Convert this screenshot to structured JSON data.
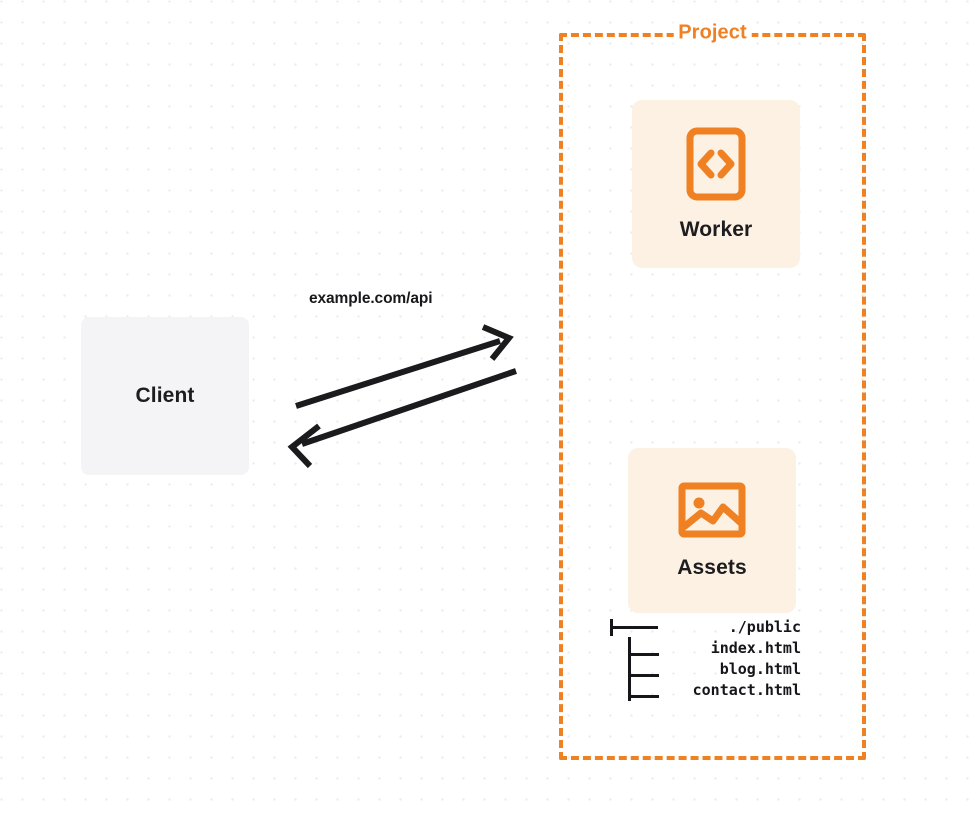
{
  "diagram": {
    "title": "Project",
    "client": {
      "label": "Client",
      "icon": "client-box-icon"
    },
    "edge": {
      "label": "example.com/api",
      "request_arrow": "arrow-right-icon",
      "response_arrow": "arrow-left-icon"
    },
    "cards": [
      {
        "label": "Worker",
        "icon": "code-brackets-icon"
      },
      {
        "label": "Assets",
        "icon": "image-photo-icon"
      }
    ],
    "file_tree": [
      {
        "name": "./public",
        "connector": "tree-branch-root"
      },
      {
        "name": "index.html",
        "connector": "tree-branch-child"
      },
      {
        "name": "blog.html",
        "connector": "tree-branch-child"
      },
      {
        "name": "contact.html",
        "connector": "tree-branch-child"
      }
    ],
    "colors": {
      "accent_orange": "#ef8123",
      "card_background": "#fdf1e3",
      "client_background": "#f4f4f6",
      "text_dark": "#1d1d1f",
      "grid_dot": "#e9e9ea"
    }
  }
}
